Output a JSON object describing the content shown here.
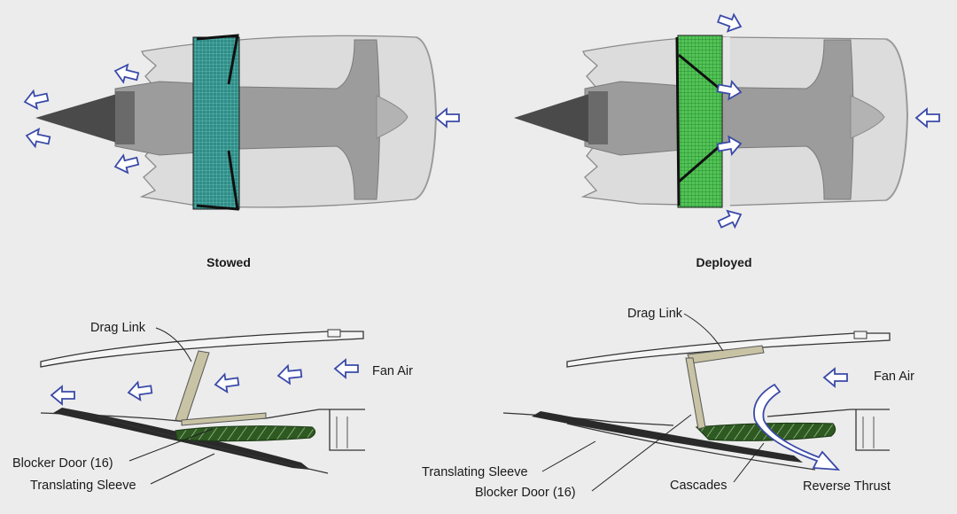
{
  "top_panels": {
    "stowed": {
      "caption": "Stowed"
    },
    "deployed": {
      "caption": "Deployed"
    }
  },
  "stowed_detail": {
    "drag_link": "Drag Link",
    "fan_air": "Fan Air",
    "blocker_door": "Blocker Door (16)",
    "translating_sleeve": "Translating Sleeve"
  },
  "deployed_detail": {
    "drag_link": "Drag Link",
    "fan_air": "Fan Air",
    "translating_sleeve": "Translating Sleeve",
    "blocker_door": "Blocker Door (16)",
    "cascades": "Cascades",
    "reverse_thrust": "Reverse Thrust"
  },
  "colors": {
    "background": "#ececec",
    "nacelle": "#dcdcdc",
    "core": "#9c9c9c",
    "cone": "#4a4a4a",
    "stowed_cascade": "#2f8c86",
    "deployed_cascade": "#52c455",
    "blocker_door": "#2e5a22",
    "drag_link": "#c8c3a4",
    "arrow_stroke": "#3a4aa8",
    "arrow_fill": "#ffffff"
  }
}
